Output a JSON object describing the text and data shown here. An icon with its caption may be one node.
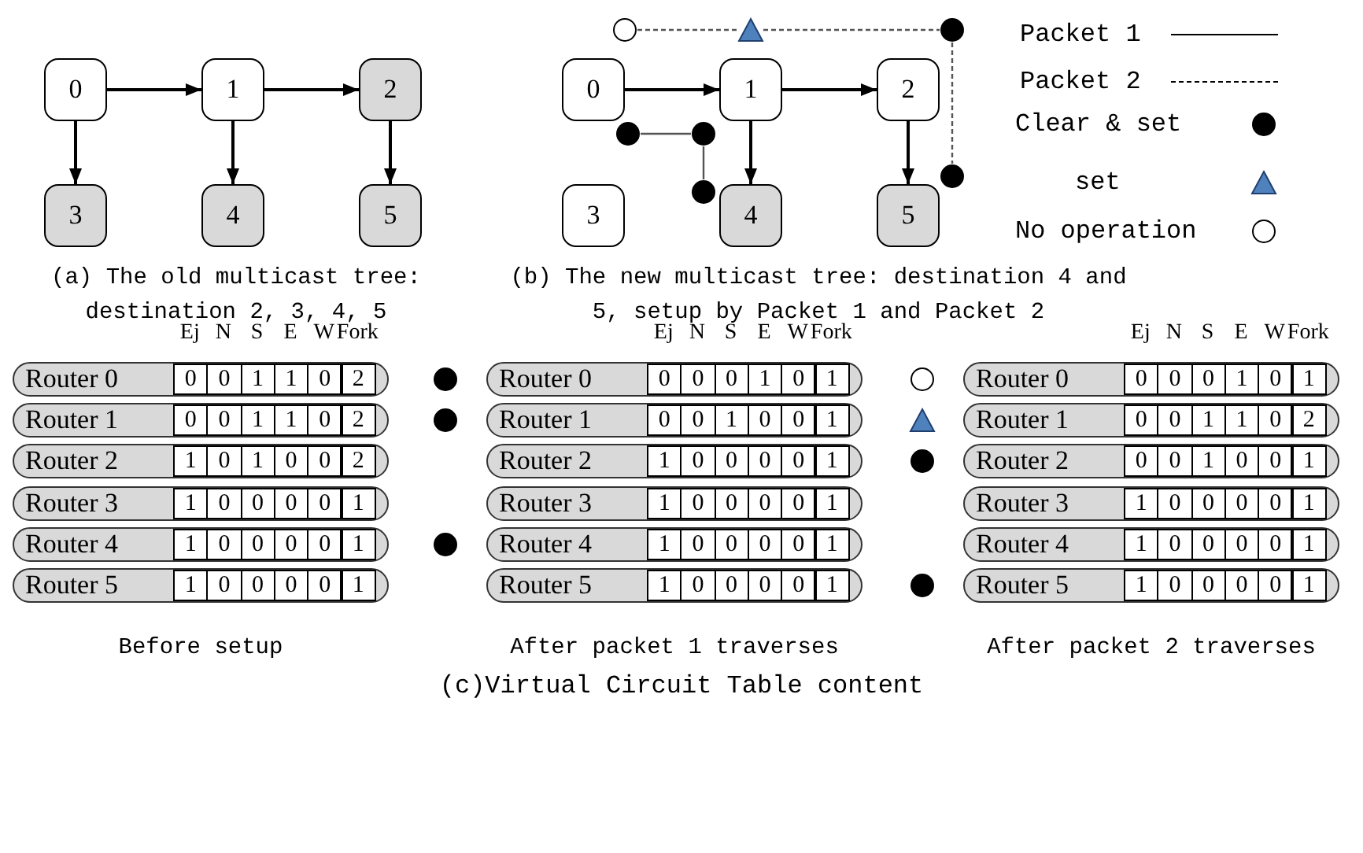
{
  "diagram": {
    "caption": "(c)Virtual Circuit Table content",
    "nodes": [
      {
        "text": [
          "0"
        ]
      },
      {
        "text": [
          "1"
        ]
      },
      {
        "text": [
          "2"
        ]
      },
      {
        "text": [
          "3"
        ]
      },
      {
        "text": [
          "4"
        ]
      },
      {
        "text": [
          "5"
        ]
      },
      {
        "text": [
          "0"
        ]
      },
      {
        "text": [
          "1"
        ]
      },
      {
        "text": [
          "2"
        ]
      },
      {
        "text": [
          "3"
        ]
      },
      {
        "text": [
          "4"
        ]
      },
      {
        "text": [
          "5"
        ]
      },
      {
        "text": [],
        "shape": "circle"
      },
      {
        "text": [],
        "shape": "triangle"
      },
      {
        "text": [],
        "shape": "dot"
      },
      {
        "text": [],
        "shape": "dot"
      },
      {
        "text": [],
        "shape": "dot"
      },
      {
        "text": [],
        "shape": "dot"
      },
      {
        "text": [],
        "shape": "dot"
      },
      {
        "text": [
          "Router 0"
        ]
      },
      {
        "text": [
          "Router 1"
        ]
      },
      {
        "text": [
          "Router 2"
        ]
      },
      {
        "text": [
          "Router 3"
        ]
      },
      {
        "text": [
          "Router 4"
        ]
      },
      {
        "text": [
          "Router 5"
        ]
      },
      {
        "text": [],
        "shape": "dot"
      },
      {
        "text": [],
        "shape": "dot"
      },
      {
        "text": [],
        "shape": "dot"
      },
      {
        "text": [
          "Router 0"
        ]
      },
      {
        "text": [
          "Router 1"
        ]
      },
      {
        "text": [
          "Router 2"
        ]
      },
      {
        "text": [
          "Router 3"
        ]
      },
      {
        "text": [
          "Router 4"
        ]
      },
      {
        "text": [
          "Router 5"
        ]
      },
      {
        "text": [],
        "shape": "circle"
      },
      {
        "text": [],
        "shape": "triangle"
      },
      {
        "text": [],
        "shape": "dot"
      },
      {
        "text": [],
        "shape": "dot"
      },
      {
        "text": [
          "Router 0"
        ]
      },
      {
        "text": [
          "Router 1"
        ]
      },
      {
        "text": [
          "Router 2"
        ]
      },
      {
        "text": [
          "Router 3"
        ]
      },
      {
        "text": [
          "Router 4"
        ]
      },
      {
        "text": [
          "Router 5"
        ]
      }
    ],
    "edges": [
      {
        "from": 0,
        "to": 1,
        "arrow": "to"
      },
      {
        "from": 1,
        "to": 2,
        "arrow": "to"
      },
      {
        "from": 0,
        "to": 3,
        "arrow": "to"
      },
      {
        "from": 1,
        "to": 4,
        "arrow": "to"
      },
      {
        "from": 2,
        "to": 5,
        "arrow": "to"
      },
      {
        "from": 6,
        "to": 7,
        "arrow": "to"
      },
      {
        "from": 7,
        "to": 8,
        "arrow": "to"
      },
      {
        "from": 7,
        "to": 10,
        "arrow": "to"
      },
      {
        "from": 8,
        "to": 11,
        "arrow": "to"
      },
      {
        "from": 12,
        "to": 13,
        "arrow": "none",
        "style": "dashed",
        "color": "#555555"
      },
      {
        "from": 13,
        "to": 14,
        "arrow": "none",
        "style": "dashed",
        "color": "#555555"
      },
      {
        "from": 14,
        "to": 15,
        "arrow": "none",
        "style": "dashed",
        "color": "#555555"
      },
      {
        "from": 16,
        "to": 17,
        "arrow": "none",
        "color": "#555555"
      },
      {
        "from": 17,
        "to": 18,
        "arrow": "none",
        "color": "#555555"
      }
    ],
    "labels": [
      "(a) The old multicast tree: destination 2, 3, 4, 5",
      "(b) The new multicast tree: destination 4 and 5, setup by Packet 1 and Packet 2",
      "Ej",
      "N",
      "S",
      "E",
      "W",
      "Fork",
      "0",
      "0",
      "1",
      "1",
      "0",
      "2",
      "0",
      "0",
      "1",
      "1",
      "0",
      "2",
      "1",
      "0",
      "1",
      "0",
      "0",
      "2",
      "1",
      "0",
      "0",
      "0",
      "0",
      "1",
      "1",
      "0",
      "0",
      "0",
      "0",
      "1",
      "1",
      "0",
      "0",
      "0",
      "0",
      "1",
      "Ej",
      "N",
      "S",
      "E",
      "W",
      "Fork",
      "0",
      "0",
      "0",
      "1",
      "0",
      "1",
      "0",
      "0",
      "1",
      "0",
      "0",
      "1",
      "1",
      "0",
      "0",
      "0",
      "0",
      "1",
      "1",
      "0",
      "0",
      "0",
      "0",
      "1",
      "1",
      "0",
      "0",
      "0",
      "0",
      "1",
      "1",
      "0",
      "0",
      "0",
      "0",
      "1",
      "Ej",
      "N",
      "S",
      "E",
      "W",
      "Fork",
      "0",
      "0",
      "0",
      "1",
      "0",
      "1",
      "0",
      "0",
      "1",
      "1",
      "0",
      "2",
      "0",
      "0",
      "1",
      "0",
      "0",
      "1",
      "1",
      "0",
      "0",
      "0",
      "0",
      "1",
      "1",
      "0",
      "0",
      "0",
      "0",
      "1",
      "1",
      "0",
      "0",
      "0",
      "0",
      "1",
      "Before setup",
      "After packet 1 traverses",
      "After packet 2 traverses"
    ],
    "legend": [
      {
        "text": "Packet 1"
      },
      {
        "text": "Packet 2"
      },
      {
        "text": "Clear & set"
      },
      {
        "text": "set"
      },
      {
        "text": "No operation"
      }
    ]
  }
}
